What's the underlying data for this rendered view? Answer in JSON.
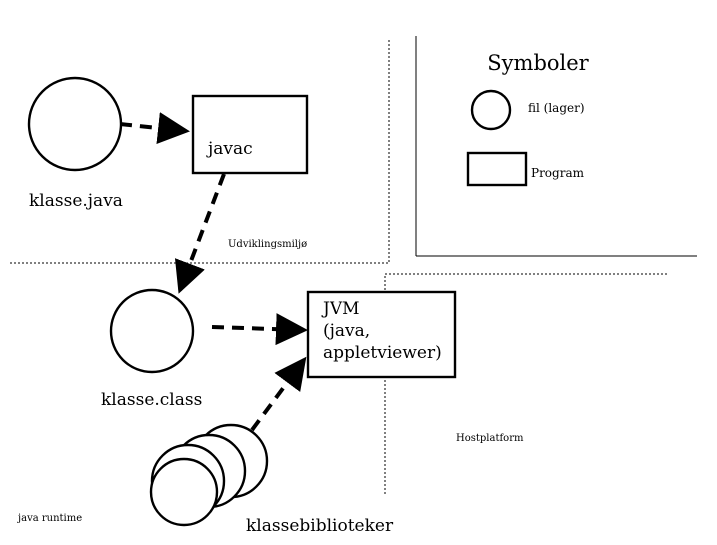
{
  "legend": {
    "title": "Symboler",
    "file_label": "fil (lager)",
    "program_label": "Program"
  },
  "nodes": {
    "source_file": "klasse.java",
    "compiler": "javac",
    "class_file": "klasse.class",
    "jvm_lines": [
      "JVM",
      "(java,",
      "appletviewer)"
    ],
    "libraries": "klassebiblioteker"
  },
  "regions": {
    "development": "Udviklingsmiljø",
    "host": "Hostplatform",
    "runtime": "java runtime"
  },
  "colors": {
    "ink": "#000000",
    "background": "#ffffff"
  }
}
